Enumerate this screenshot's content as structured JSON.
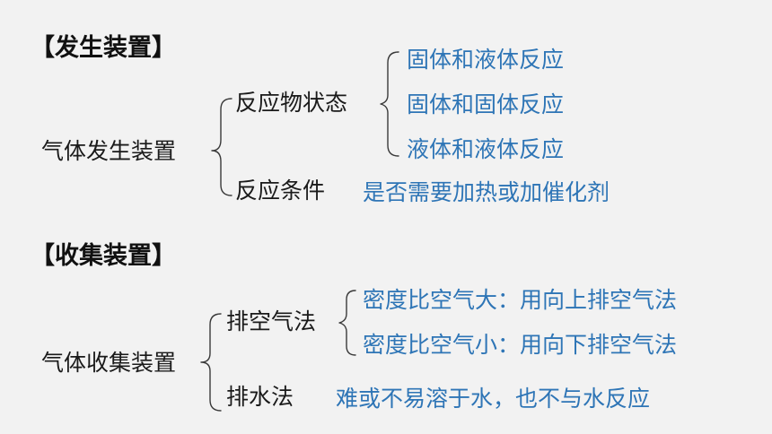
{
  "generation": {
    "heading": "【发生装置】",
    "root": "气体发生装置",
    "reactant_state": {
      "label": "反应物状态",
      "options": [
        "固体和液体反应",
        "固体和固体反应",
        "液体和液体反应"
      ]
    },
    "condition": {
      "label": "反应条件",
      "detail": "是否需要加热或加催化剂"
    }
  },
  "collection": {
    "heading": "【收集装置】",
    "root": "气体收集装置",
    "air_displacement": {
      "label": "排空气法",
      "options": [
        "密度比空气大：用向上排空气法",
        "密度比空气小：用向下排空气法"
      ]
    },
    "water_displacement": {
      "label": "排水法",
      "detail": "难或不易溶于水，也不与水反应"
    }
  },
  "colors": {
    "background": "#f2f2f2",
    "accent": "#2e75b6",
    "text": "#1a1a1a"
  }
}
